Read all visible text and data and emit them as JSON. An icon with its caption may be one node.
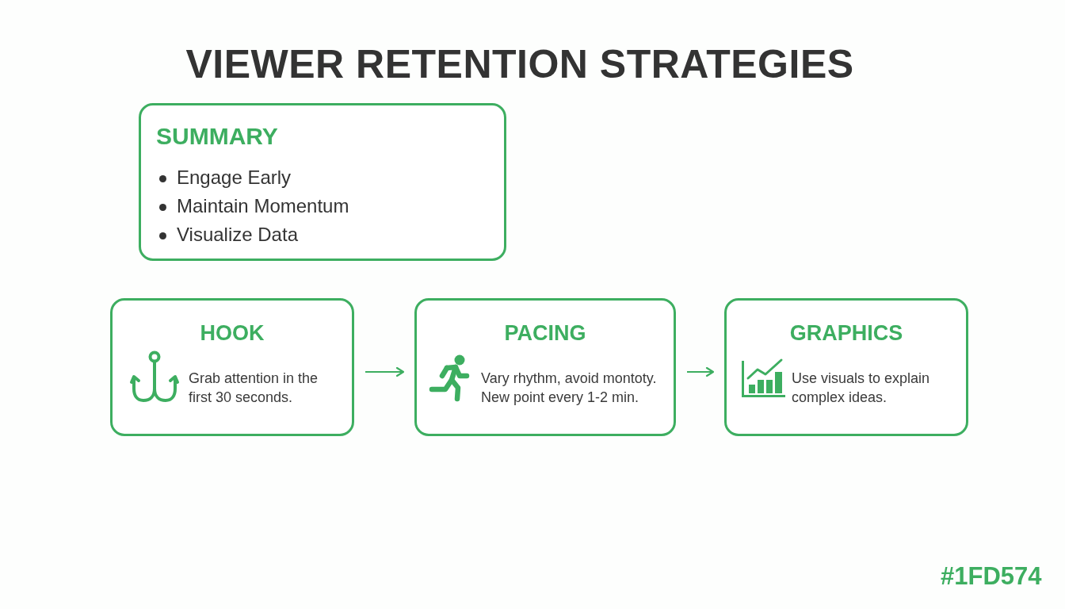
{
  "diagram": {
    "title": "VIEWER RETENTION STRATEGIES",
    "nodes": [
      {
        "text": [
          "SUMMARY",
          "Engage Early",
          "Maintain Momentum",
          "Visualize Data"
        ]
      },
      {
        "text": [
          "HOOK",
          "Grab attention in the first 30 seconds."
        ]
      },
      {
        "text": [
          "PACING",
          "Vary rhythm, avoid montoty. New point every 1-2 min."
        ]
      },
      {
        "text": [
          "GRAPHICS",
          "Use visuals to explain complex ideas."
        ]
      }
    ],
    "edges": [
      {
        "from": 1,
        "to": 2,
        "arrow": "to"
      },
      {
        "from": 2,
        "to": 3,
        "arrow": "to"
      }
    ],
    "labels": [
      "#1FD574"
    ]
  }
}
